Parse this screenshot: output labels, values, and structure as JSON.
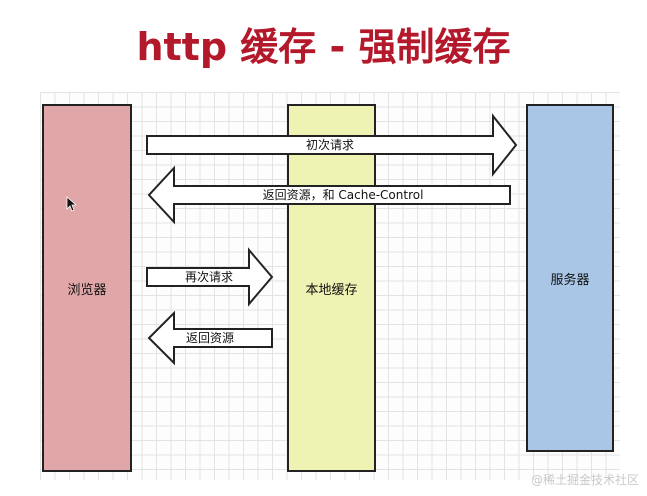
{
  "title": "http 缓存 - 强制缓存",
  "columns": {
    "browser": "浏览器",
    "cache": "本地缓存",
    "server": "服务器"
  },
  "arrows": {
    "first_request": "初次请求",
    "return_with_cache_control": "返回资源，和 Cache-Control",
    "second_request": "再次请求",
    "return_resource": "返回资源"
  },
  "watermark": "@稀土掘金技术社区",
  "colors": {
    "title": "#b3192b",
    "browser": "#e0a6a8",
    "cache": "#eef2b3",
    "server": "#a9c6e6"
  }
}
